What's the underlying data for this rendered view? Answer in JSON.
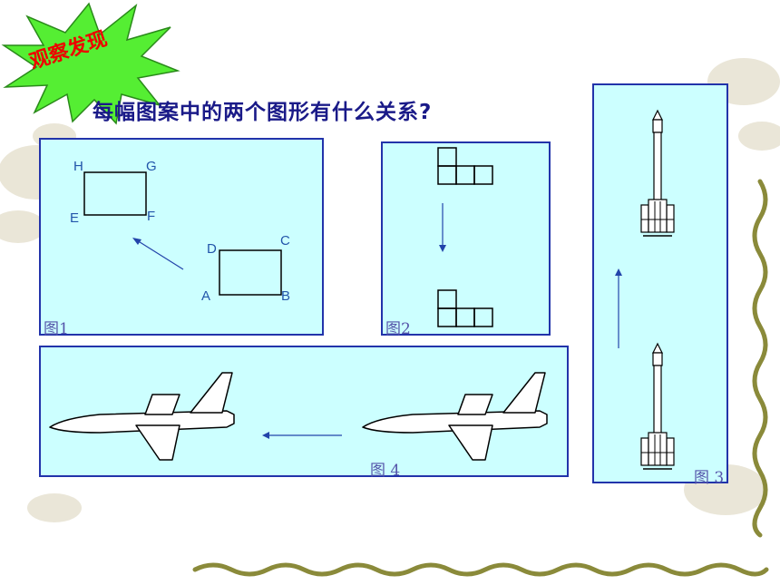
{
  "badge": {
    "label": "观察发现"
  },
  "title": "每幅图案中的两个图形有什么关系?",
  "figures": {
    "fig1": {
      "caption": "图1",
      "points": {
        "H": "H",
        "G": "G",
        "E": "E",
        "F": "F",
        "D": "D",
        "C": "C",
        "A": "A",
        "B": "B"
      }
    },
    "fig2": {
      "caption": "图2"
    },
    "fig3": {
      "caption": "图 3"
    },
    "fig4": {
      "caption": "图 4"
    }
  },
  "colors": {
    "panel_bg": "#ccffff",
    "panel_border": "#2233aa",
    "title": "#1a1a88",
    "badge_text": "#ee0000",
    "badge_fill": "#55ee33"
  }
}
